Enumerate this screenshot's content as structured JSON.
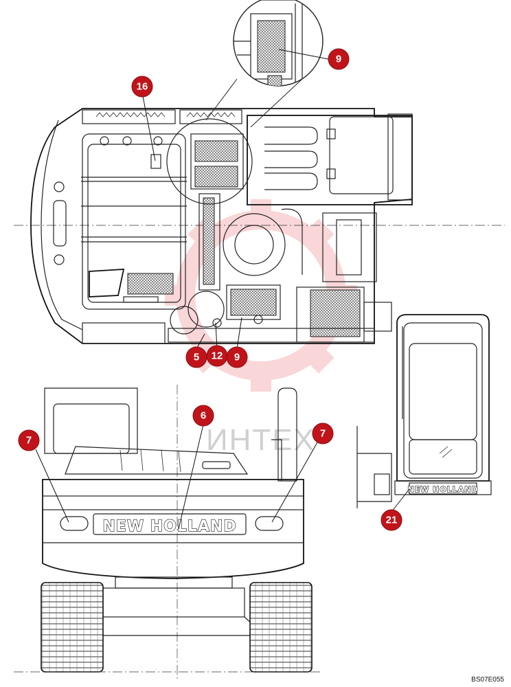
{
  "callouts": {
    "c16": "16",
    "c9_top": "9",
    "c5": "5",
    "c12": "12",
    "c9_mid": "9",
    "c7_left": "7",
    "c6": "6",
    "c7_right": "7",
    "c21": "21"
  },
  "decals": {
    "rear_brand": "NEW HOLLAND",
    "cab_brand": "NEW HOLLAND"
  },
  "watermark": {
    "text": "ИНТЕХ",
    "color": "#e8484e"
  },
  "drawing_code": "BS07E055",
  "colors": {
    "callout_fill": "#c0141a",
    "line": "#222222"
  }
}
